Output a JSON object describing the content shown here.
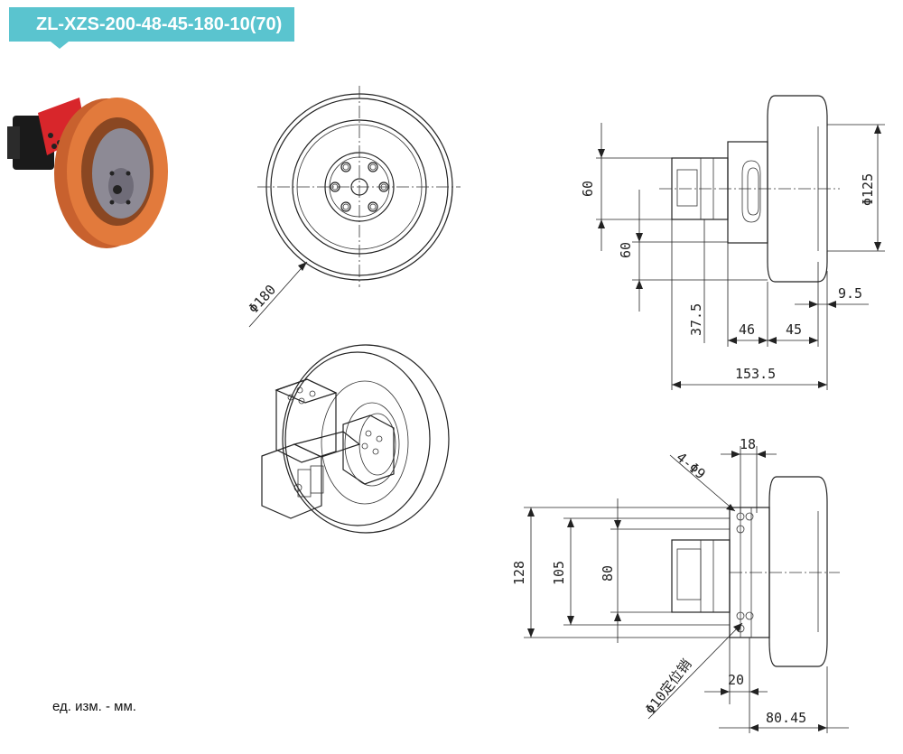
{
  "header": {
    "model_code": "ZL-XZS-200-48-45-180-10(70)"
  },
  "footer": {
    "units_note": "ед. изм. - мм."
  },
  "front_view": {
    "diameter_label": "Φ180"
  },
  "side_view": {
    "dims": {
      "upper_60": "60",
      "lower_60": "60",
      "dia_125": "Φ125",
      "d_37_5": "37.5",
      "d_46": "46",
      "d_45": "45",
      "d_9_5": "9.5",
      "d_153_5": "153.5"
    }
  },
  "bottom_view": {
    "dims": {
      "holes": "4-Φ9",
      "d_18": "18",
      "d_128": "128",
      "d_105": "105",
      "d_80": "80",
      "pin": "Φ10定位销",
      "d_20": "20",
      "d_80_45": "80.45"
    }
  }
}
